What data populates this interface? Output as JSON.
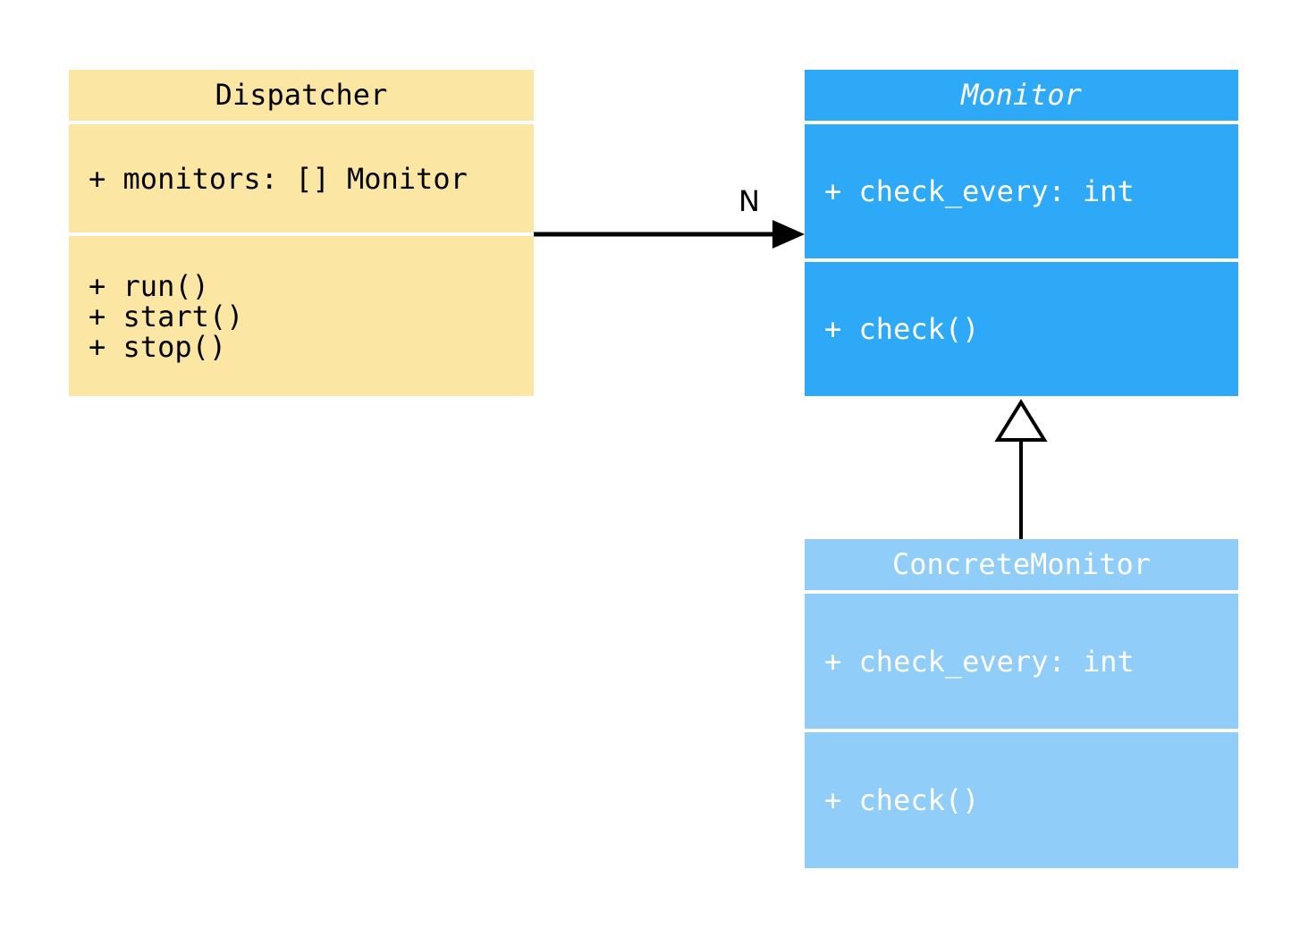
{
  "diagram": {
    "type": "uml-class-diagram",
    "classes": [
      {
        "name": "Dispatcher",
        "abstract": false,
        "attributes": [
          "+ monitors: [] Monitor"
        ],
        "methods": [
          "+ run()",
          "+ start()",
          "+ stop()"
        ],
        "fill": "#FBE7A3",
        "text_color": "#000000"
      },
      {
        "name": "Monitor",
        "abstract": true,
        "attributes": [
          "+ check_every: int"
        ],
        "methods": [
          "+ check()"
        ],
        "fill": "#2EA9F8",
        "text_color": "#ffffff"
      },
      {
        "name": "ConcreteMonitor",
        "abstract": false,
        "attributes": [
          "+ check_every: int"
        ],
        "methods": [
          "+ check()"
        ],
        "fill": "#90CDF9",
        "text_color": "#ffffff"
      }
    ],
    "relations": [
      {
        "type": "association",
        "from": "Dispatcher",
        "to": "Monitor",
        "multiplicity_label": "N"
      },
      {
        "type": "inheritance",
        "from": "ConcreteMonitor",
        "to": "Monitor"
      }
    ],
    "background_color": "#ffffff",
    "line_color": "#000000"
  }
}
